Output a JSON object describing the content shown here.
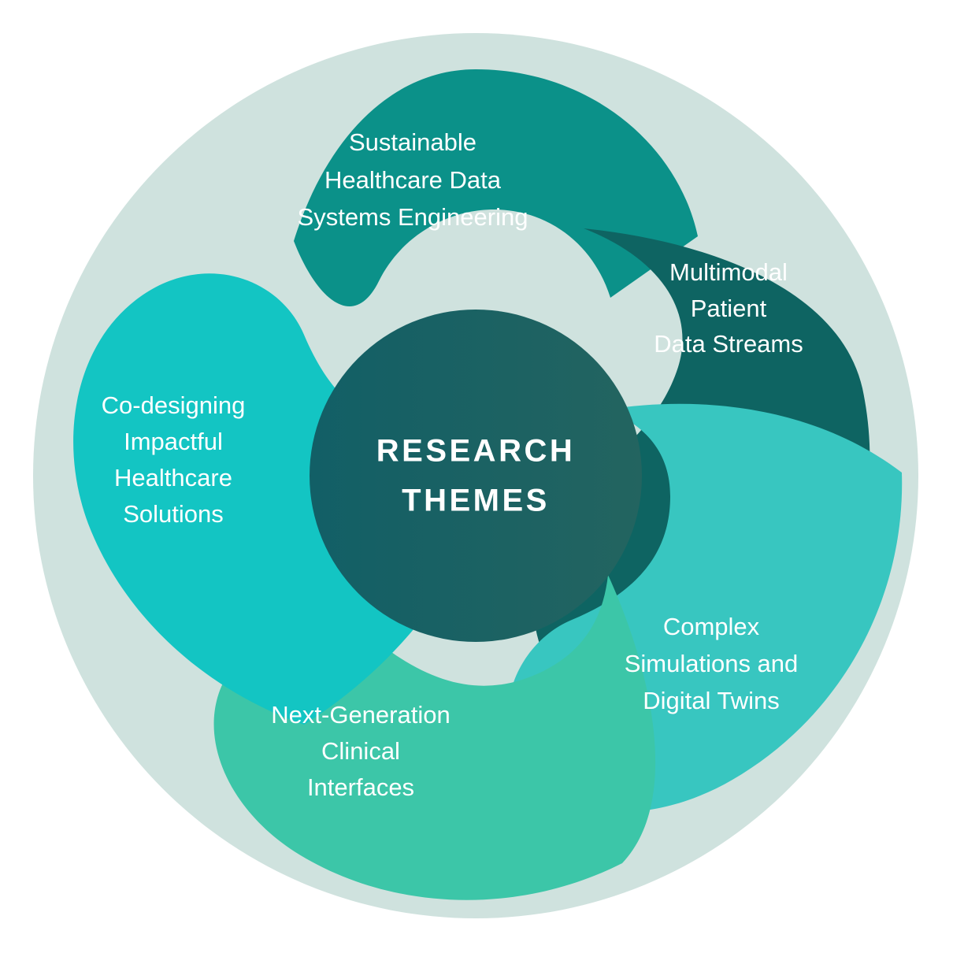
{
  "diagram": {
    "type": "radial-petal-wheel",
    "center": {
      "line1": "RESEARCH",
      "line2": "THEMES",
      "fill_start": "#125f66",
      "fill_end": "#236460"
    },
    "ring_color": "#cfe2de",
    "background_color": "#ffffff",
    "petals": [
      {
        "id": "sustainable-healthcare-data-systems-engineering",
        "color": "#0b9189",
        "lines": [
          "Sustainable",
          "Healthcare Data",
          "Systems Engineering"
        ]
      },
      {
        "id": "multimodal-patient-data-streams",
        "color": "#0e6462",
        "lines": [
          "Multimodal",
          "Patient",
          "Data Streams"
        ]
      },
      {
        "id": "complex-simulations-and-digital-twins",
        "color": "#38c6c0",
        "lines": [
          "Complex",
          "Simulations and",
          "Digital Twins"
        ]
      },
      {
        "id": "next-generation-clinical-interfaces",
        "color": "#3cc6a8",
        "lines": [
          "Next-Generation",
          "Clinical",
          "Interfaces"
        ]
      },
      {
        "id": "co-designing-impactful-healthcare-solutions",
        "color": "#13c5c3",
        "lines": [
          "Co-designing",
          "Impactful",
          "Healthcare",
          "Solutions"
        ]
      }
    ]
  }
}
